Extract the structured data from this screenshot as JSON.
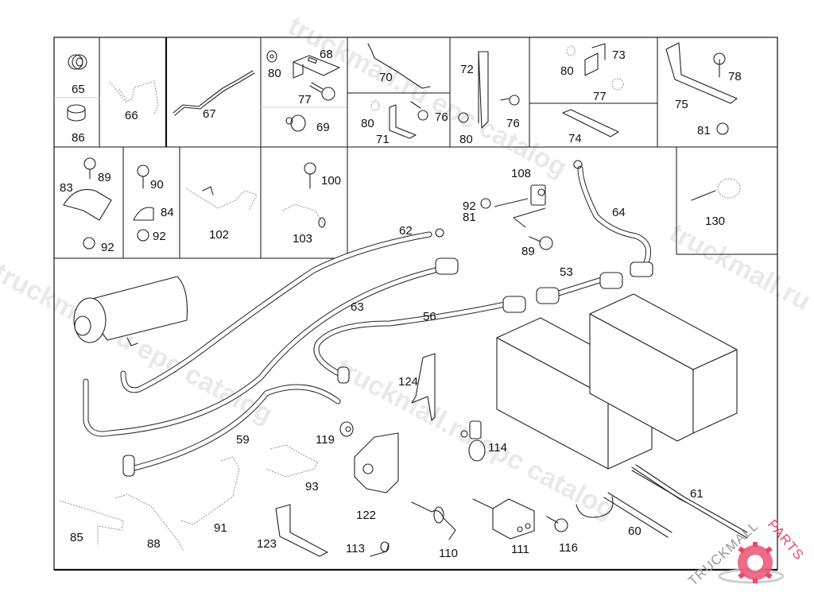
{
  "diagram": {
    "type": "exploded parts diagram",
    "subject": "Starter motor, battery cables and battery mounting parts",
    "callouts": {
      "p65": "65",
      "p86": "86",
      "p66": "66",
      "p67": "67",
      "p80a": "80",
      "p68": "68",
      "p77a": "77",
      "p69": "69",
      "p70": "70",
      "p80b": "80",
      "p71": "71",
      "p76a": "76",
      "p72": "72",
      "p80c": "80",
      "p76b": "76",
      "p80d": "80",
      "p73": "73",
      "p77b": "77",
      "p74": "74",
      "p75": "75",
      "p78": "78",
      "p81a": "81",
      "p83": "83",
      "p89a": "89",
      "p92a": "92",
      "p90": "90",
      "p84": "84",
      "p92b": "92",
      "p102": "102",
      "p100": "100",
      "p103": "103",
      "p108": "108",
      "p92c": "92",
      "p81b": "81",
      "p89b": "89",
      "p64": "64",
      "p130": "130",
      "p62": "62",
      "p63": "63",
      "p53": "53",
      "p56": "56",
      "p59": "59",
      "p119": "119",
      "p124": "124",
      "p114": "114",
      "p122": "122",
      "p93": "93",
      "p91": "91",
      "p85": "85",
      "p88": "88",
      "p123": "123",
      "p113": "113",
      "p110": "110",
      "p111": "111",
      "p116": "116",
      "p60": "60",
      "p61": "61"
    }
  },
  "watermarks": {
    "w1": "truckmall.ru epc catalog",
    "w2": "truckmall.ru epc catalog",
    "w3": "truckmall.ru epc catalog",
    "w4": "truckmall.ru e"
  },
  "logo": {
    "text_a": "TRUCKMALL",
    "text_b": "PARTS",
    "accent_color": "#e8476b",
    "gray_color": "#9a9a9a"
  }
}
